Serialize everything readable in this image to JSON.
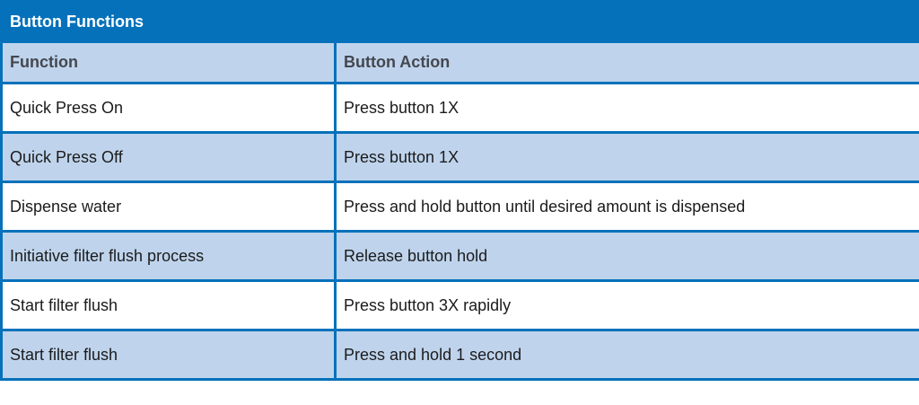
{
  "table": {
    "title": "Button Functions",
    "columns": [
      "Function",
      "Button Action"
    ],
    "rows": [
      {
        "function": "Quick Press On",
        "action": "Press button 1X"
      },
      {
        "function": "Quick Press Off",
        "action": "Press button 1X"
      },
      {
        "function": "Dispense water",
        "action": "Press and hold button until desired amount is dispensed"
      },
      {
        "function": "Initiative filter flush process",
        "action": "Release button hold"
      },
      {
        "function": "Start filter flush",
        "action": "Press button 3X rapidly"
      },
      {
        "function": "Start filter flush",
        "action": "Press and hold 1 second"
      }
    ],
    "colors": {
      "title_bar_blue": "#0571BA",
      "border_blue": "#0571BA",
      "row_light_blue": "#BFD4EC",
      "header_text": "#44474F",
      "body_text": "#1B1B1D",
      "title_text": "#FFFFFF"
    }
  }
}
